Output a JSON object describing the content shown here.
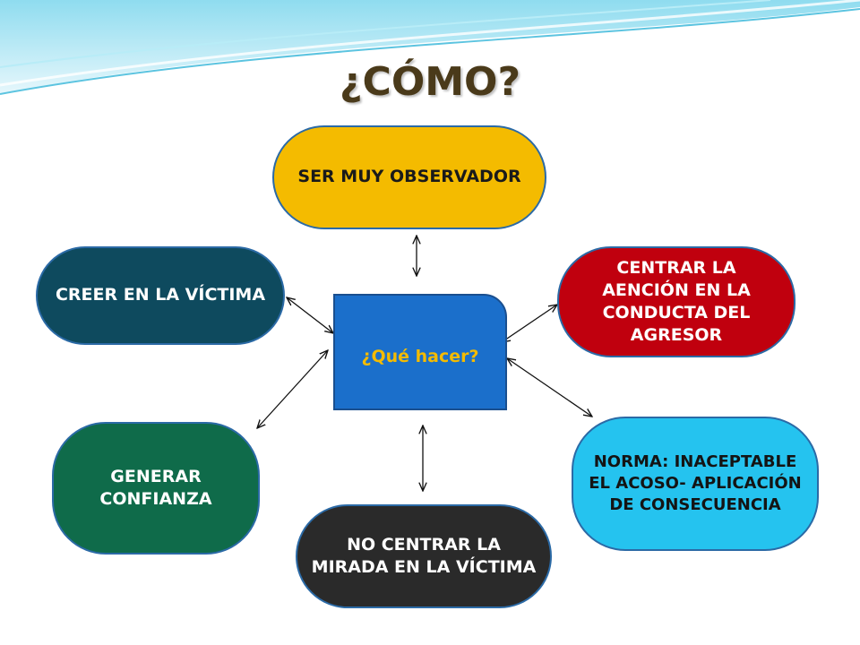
{
  "title": "¿CÓMO?",
  "center": "¿Qué hacer?",
  "nodes": {
    "observe": "SER MUY OBSERVADOR",
    "believe": "CREER EN LA VÍCTIMA",
    "center_focus": "CENTRAR LA AENCIÓN EN  LA CONDUCTA  DEL AGRESOR",
    "trust": "GENERAR CONFIANZA",
    "norm": "NORMA: INACEPTABLE EL ACOSO- APLICACIÓN DE CONSECUENCIA",
    "no_look": "NO CENTRAR LA MIRADA EN LA VÍCTIMA"
  },
  "colors": {
    "observe": "#f4bb00",
    "believe": "#0e4a5e",
    "center_focus": "#c0000e",
    "trust": "#0f6b4a",
    "norm": "#25c3ef",
    "no_look": "#2a2a2a",
    "center_box": "#1b6fcb",
    "swoosh": "#7fd6ea"
  }
}
